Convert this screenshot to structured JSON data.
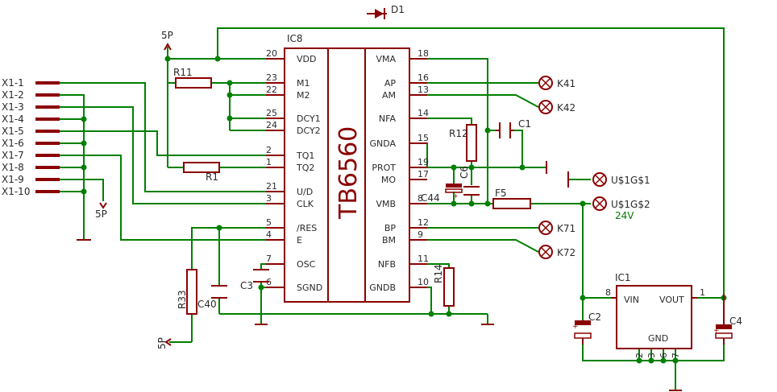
{
  "parts": {
    "d1": "D1",
    "ic8": "IC8",
    "ic8_type": "TB6560",
    "ic1": "IC1",
    "r11": "R11",
    "r1": "R1",
    "r12": "R12",
    "r14": "R14",
    "r33": "R33",
    "c1": "C1",
    "c2": "C2",
    "c3": "C3",
    "c4": "C4",
    "c40": "C40",
    "c44": "C44",
    "c6": "C6",
    "f5": "F5"
  },
  "power_labels": {
    "top": "5P",
    "mid": "5P",
    "bottom": "5P",
    "supply": "24V"
  },
  "connector": [
    "X1-1",
    "X1-2",
    "X1-3",
    "X1-4",
    "X1-5",
    "X1-6",
    "X1-7",
    "X1-8",
    "X1-9",
    "X1-10"
  ],
  "ic8_left_pins": [
    {
      "num": "20",
      "name": "VDD"
    },
    {
      "num": "23",
      "name": "M1"
    },
    {
      "num": "22",
      "name": "M2"
    },
    {
      "num": "25",
      "name": "DCY1"
    },
    {
      "num": "24",
      "name": "DCY2"
    },
    {
      "num": "2",
      "name": "TQ1"
    },
    {
      "num": "1",
      "name": "TQ2"
    },
    {
      "num": "21",
      "name": "U/D"
    },
    {
      "num": "3",
      "name": "CLK"
    },
    {
      "num": "5",
      "name": "/RES"
    },
    {
      "num": "4",
      "name": "E"
    },
    {
      "num": "7",
      "name": "OSC"
    },
    {
      "num": "6",
      "name": "SGND"
    }
  ],
  "ic8_right_pins": [
    {
      "num": "18",
      "name": "VMA"
    },
    {
      "num": "16",
      "name": "AP"
    },
    {
      "num": "13",
      "name": "AM"
    },
    {
      "num": "14",
      "name": "NFA"
    },
    {
      "num": "15",
      "name": "GNDA"
    },
    {
      "num": "19",
      "name": "PROT"
    },
    {
      "num": "17",
      "name": "MO"
    },
    {
      "num": "8",
      "name": "VMB"
    },
    {
      "num": "12",
      "name": "BP"
    },
    {
      "num": "9",
      "name": "BM"
    },
    {
      "num": "11",
      "name": "NFB"
    },
    {
      "num": "10",
      "name": "GNDB"
    }
  ],
  "outputs": [
    "K41",
    "K42",
    "U$1G$1",
    "U$1G$2",
    "K71",
    "K72"
  ],
  "ic1_pins": {
    "vin": "VIN",
    "vout": "VOUT",
    "gnd": "GND",
    "vin_num": "8",
    "vout_num": "1",
    "gnd_nums": [
      "2",
      "3",
      "6",
      "7"
    ]
  },
  "colors": {
    "wire": "#008000",
    "part": "#8b0000",
    "text": "#2a2a2a"
  }
}
